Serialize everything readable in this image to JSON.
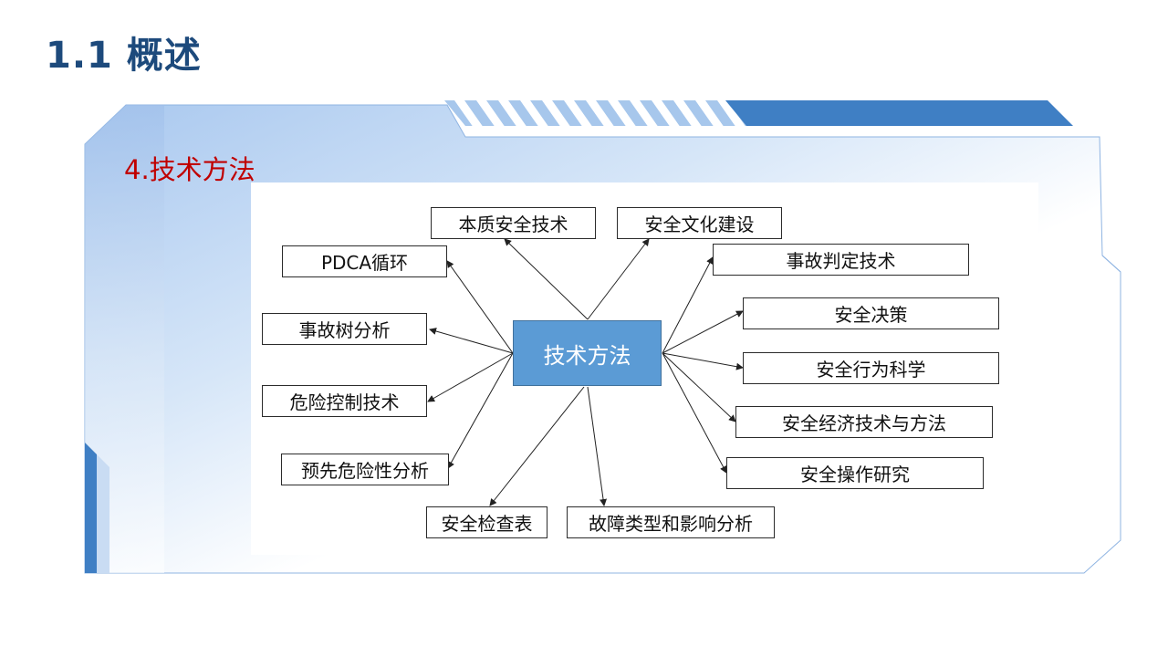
{
  "slide": {
    "title": "1.1 概述",
    "section_title": "4.技术方法"
  },
  "colors": {
    "title": "#1d4a7c",
    "section_title": "#c00000",
    "center_fill": "#5b9bd5",
    "frame_accent": "#3f7fc4",
    "frame_light": "#a9c8ef"
  },
  "diagram": {
    "center": {
      "label": "技术方法"
    },
    "nodes": [
      {
        "id": "benzhi",
        "label": "本质安全技术"
      },
      {
        "id": "wenhua",
        "label": "安全文化建设"
      },
      {
        "id": "pdca",
        "label": "PDCA循环"
      },
      {
        "id": "panding",
        "label": "事故判定技术"
      },
      {
        "id": "juece",
        "label": "安全决策"
      },
      {
        "id": "shigushu",
        "label": "事故树分析"
      },
      {
        "id": "xingwei",
        "label": "安全行为科学"
      },
      {
        "id": "kongzhi",
        "label": "危险控制技术"
      },
      {
        "id": "jingji",
        "label": "安全经济技术与方法"
      },
      {
        "id": "yuxian",
        "label": "预先危险性分析"
      },
      {
        "id": "caozuo",
        "label": "安全操作研究"
      },
      {
        "id": "jiancha",
        "label": "安全检查表"
      },
      {
        "id": "guzhang",
        "label": "故障类型和影响分析"
      }
    ]
  }
}
